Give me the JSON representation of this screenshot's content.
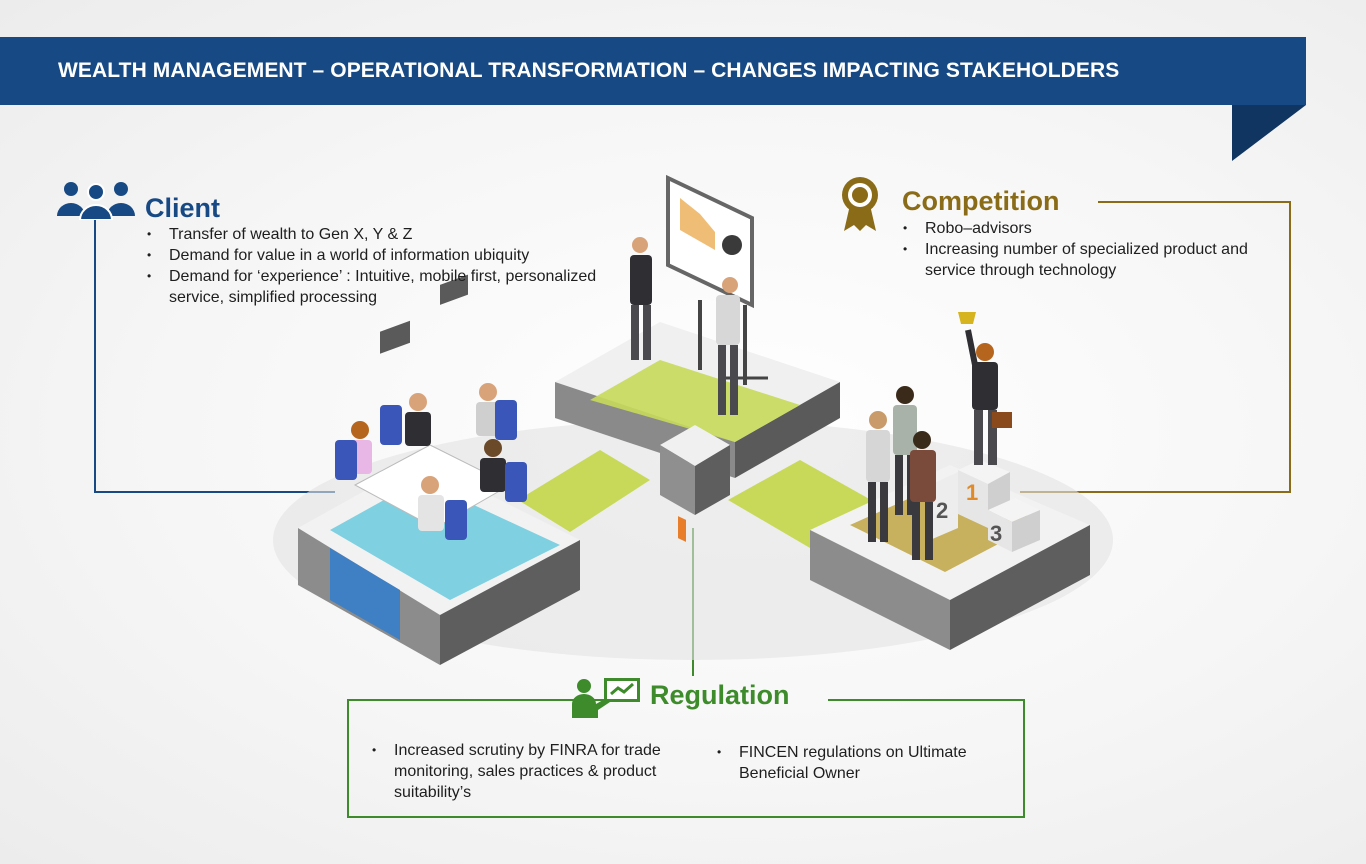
{
  "title": "WEALTH MANAGEMENT – OPERATIONAL TRANSFORMATION – CHANGES IMPACTING STAKEHOLDERS",
  "colors": {
    "banner": "#174a84",
    "client": "#174a84",
    "competition": "#8a6c18",
    "regulation": "#3d8b2a",
    "lime": "#c8d95a",
    "cyan": "#7fd0e0"
  },
  "client": {
    "icon": "people-group-icon",
    "title": "Client",
    "items": [
      "Transfer of wealth to Gen X, Y & Z",
      "Demand for value in a world of information ubiquity",
      "Demand for ‘experience’ : Intuitive, mobile first, personalized service, simplified processing"
    ]
  },
  "competition": {
    "icon": "award-ribbon-icon",
    "title": "Competition",
    "items": [
      "Robo–advisors",
      "Increasing number of specialized product and service through technology"
    ]
  },
  "regulation": {
    "icon": "presenter-board-icon",
    "title": "Regulation",
    "items_left": [
      "Increased scrutiny by FINRA for trade monitoring, sales practices & product suitability’s"
    ],
    "items_right": [
      "FINCEN regulations on Ultimate Beneficial Owner"
    ]
  },
  "podium": {
    "places": [
      "1",
      "2",
      "3"
    ]
  }
}
